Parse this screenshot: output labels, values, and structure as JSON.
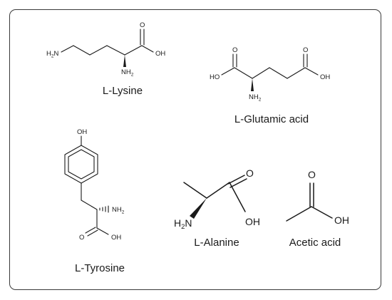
{
  "molecules": {
    "lysine": {
      "name": "L-Lysine",
      "amine_h2n": "H",
      "amine_n": "N",
      "amine_sub": "2",
      "alpha_n": "NH",
      "alpha_sub": "2",
      "carbonyl_o": "O",
      "hydroxyl": "OH"
    },
    "glutamic_acid": {
      "name": "L-Glutamic acid",
      "left_hydroxyl": "HO",
      "left_carbonyl_o": "O",
      "alpha_n": "NH",
      "alpha_sub": "2",
      "right_carbonyl_o": "O",
      "right_hydroxyl": "OH"
    },
    "tyrosine": {
      "name": "L-Tyrosine",
      "phenol_oh": "OH",
      "alpha_n": "NH",
      "alpha_sub": "2",
      "carbonyl_o": "O",
      "hydroxyl": "OH"
    },
    "alanine": {
      "name": "L-Alanine",
      "amine_h": "H",
      "amine_n": "N",
      "amine_sub": "2",
      "carbonyl_o": "O",
      "hydroxyl": "OH"
    },
    "acetic_acid": {
      "name": "Acetic acid",
      "carbonyl_o": "O",
      "hydroxyl": "OH"
    }
  }
}
